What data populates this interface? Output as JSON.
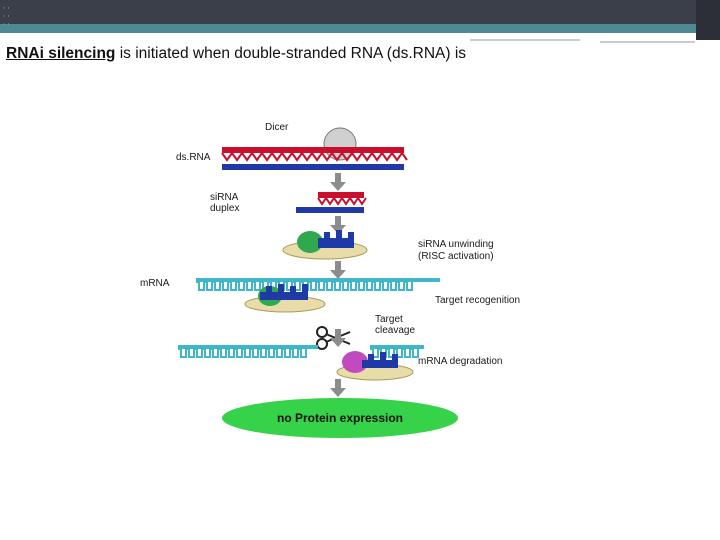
{
  "slide": {
    "side_marker": "∙ ∙ ∙ ∙ ∙ ∙",
    "text_term": "RNAi silencing",
    "text_rest": " is initiated when double-stranded RNA (ds.RNA) is"
  },
  "diagram": {
    "labels": {
      "dicer": "Dicer",
      "dsrna": "ds.RNA",
      "sirna_1": "siRNA",
      "sirna_2": "duplex",
      "unwinding_1": "siRNA unwinding",
      "unwinding_2": "(RISC activation)",
      "mrna": "mRNA",
      "target_recognition": "Target recogenition",
      "cleavage_1": "Target",
      "cleavage_2": "cleavage",
      "degradation": "mRNA degradation",
      "result": "no Protein expression"
    },
    "colors": {
      "red_strand": "#c8102e",
      "blue_strand": "#1f3aa6",
      "mrna": "#3fb6c9",
      "risc": "#2fa84f",
      "risc_body": "#e8dca8",
      "degrade": "#c04bbf",
      "result": "#35d24a",
      "arrow": "#8c8c8c"
    }
  }
}
